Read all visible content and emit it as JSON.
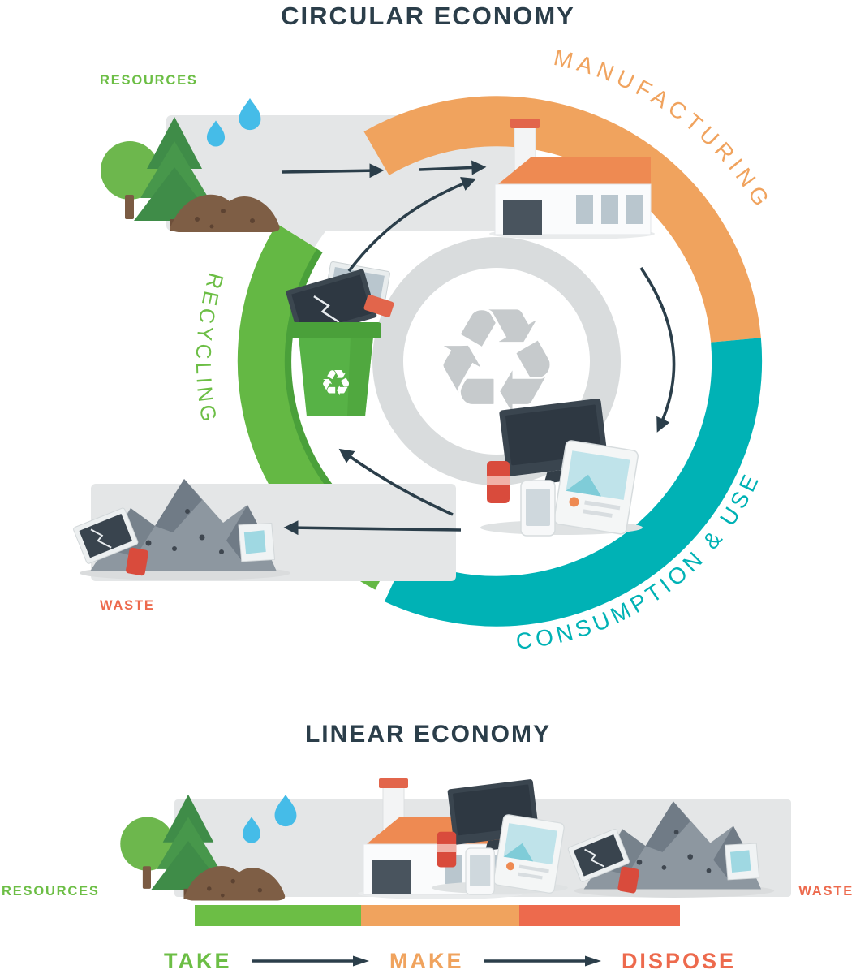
{
  "circular": {
    "title": "CIRCULAR ECONOMY",
    "resources_label": "RESOURCES",
    "manufacturing_label": "MANUFACTURING",
    "consumption_label": "CONSUMPTION & USE",
    "recycling_label": "RECYCLING",
    "waste_label": "WASTE"
  },
  "linear": {
    "title": "LINEAR ECONOMY",
    "resources_label": "RESOURCES",
    "waste_label": "WASTE",
    "stages": [
      {
        "label": "TAKE",
        "color": "#6cbe45"
      },
      {
        "label": "MAKE",
        "color": "#f0a35e"
      },
      {
        "label": "DISPOSE",
        "color": "#ed6a4d"
      }
    ]
  },
  "colors": {
    "heading": "#2b3e4a",
    "green": "#64b844",
    "green_dark": "#4aa03a",
    "orange": "#f0a35e",
    "teal": "#00b2b5",
    "salmon": "#ed6a4d",
    "band_gray": "#e4e6e7",
    "ring_gray": "#d9dcdd",
    "symbol_gray": "#c6cacc",
    "arrow_navy": "#2b3e4a",
    "water_blue": "#45bce8"
  },
  "icons": {
    "recycle_glyph": "♻",
    "center_symbol": "recycle-symbol",
    "bin_symbol": "recycle-symbol",
    "water": "water-drop"
  }
}
